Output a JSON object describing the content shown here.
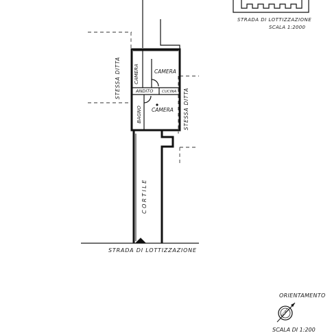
{
  "header": {
    "road_label": "STRADA DI LOTTIZZAZIONE",
    "scale_label": "SCALA 1:2000"
  },
  "plan": {
    "left_neighbor_label": "STESSA DITTA",
    "right_neighbor_label": "STESSA DITTA",
    "courtyard_label": "CORTILE",
    "road_label": "STRADA DI LOTTIZZAZIONE",
    "rooms": {
      "camera_top_left": "CAMERA",
      "camera_top_right": "CAMERA",
      "andito": "ANDITO",
      "cucina": "CUCINA",
      "bagno": "BAGNO",
      "camera_bottom": "CAMERA"
    }
  },
  "legend": {
    "orientation_label": "ORIENTAMENTO",
    "north_marker": "NORD",
    "scale_label": "SCALA DI 1:200"
  }
}
